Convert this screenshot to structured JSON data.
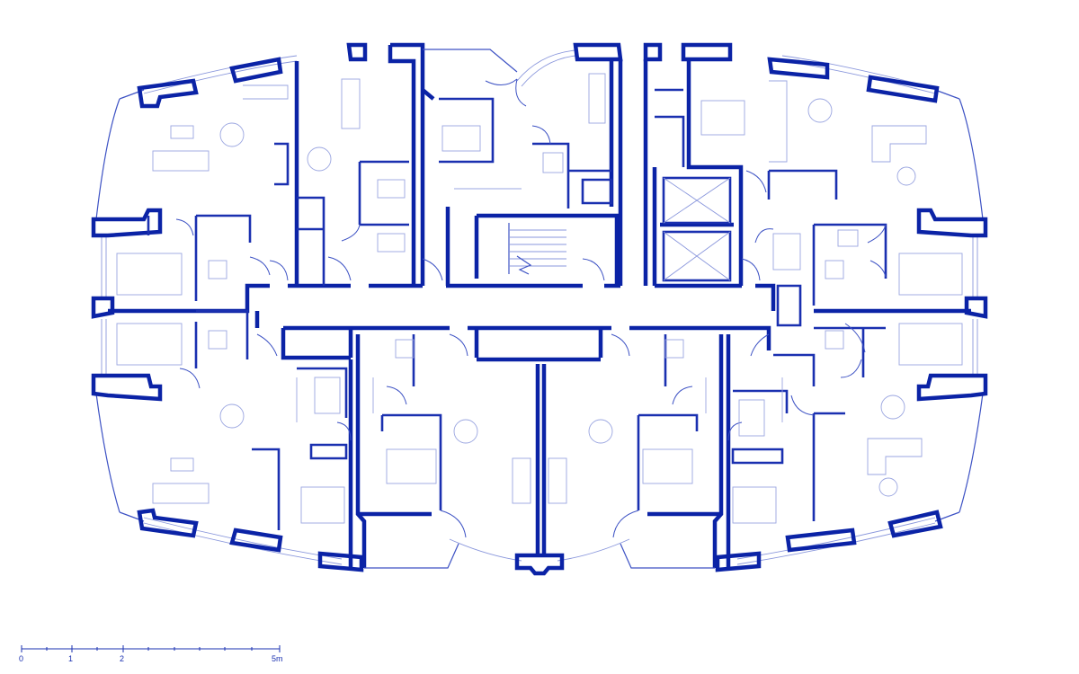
{
  "scale_bar": {
    "labels": [
      "0",
      "1",
      "2",
      "5m"
    ]
  },
  "colors": {
    "wall": "#0b23a6",
    "line": "#3d52c4",
    "furniture": "#9aa5e0",
    "background": "#ffffff"
  }
}
